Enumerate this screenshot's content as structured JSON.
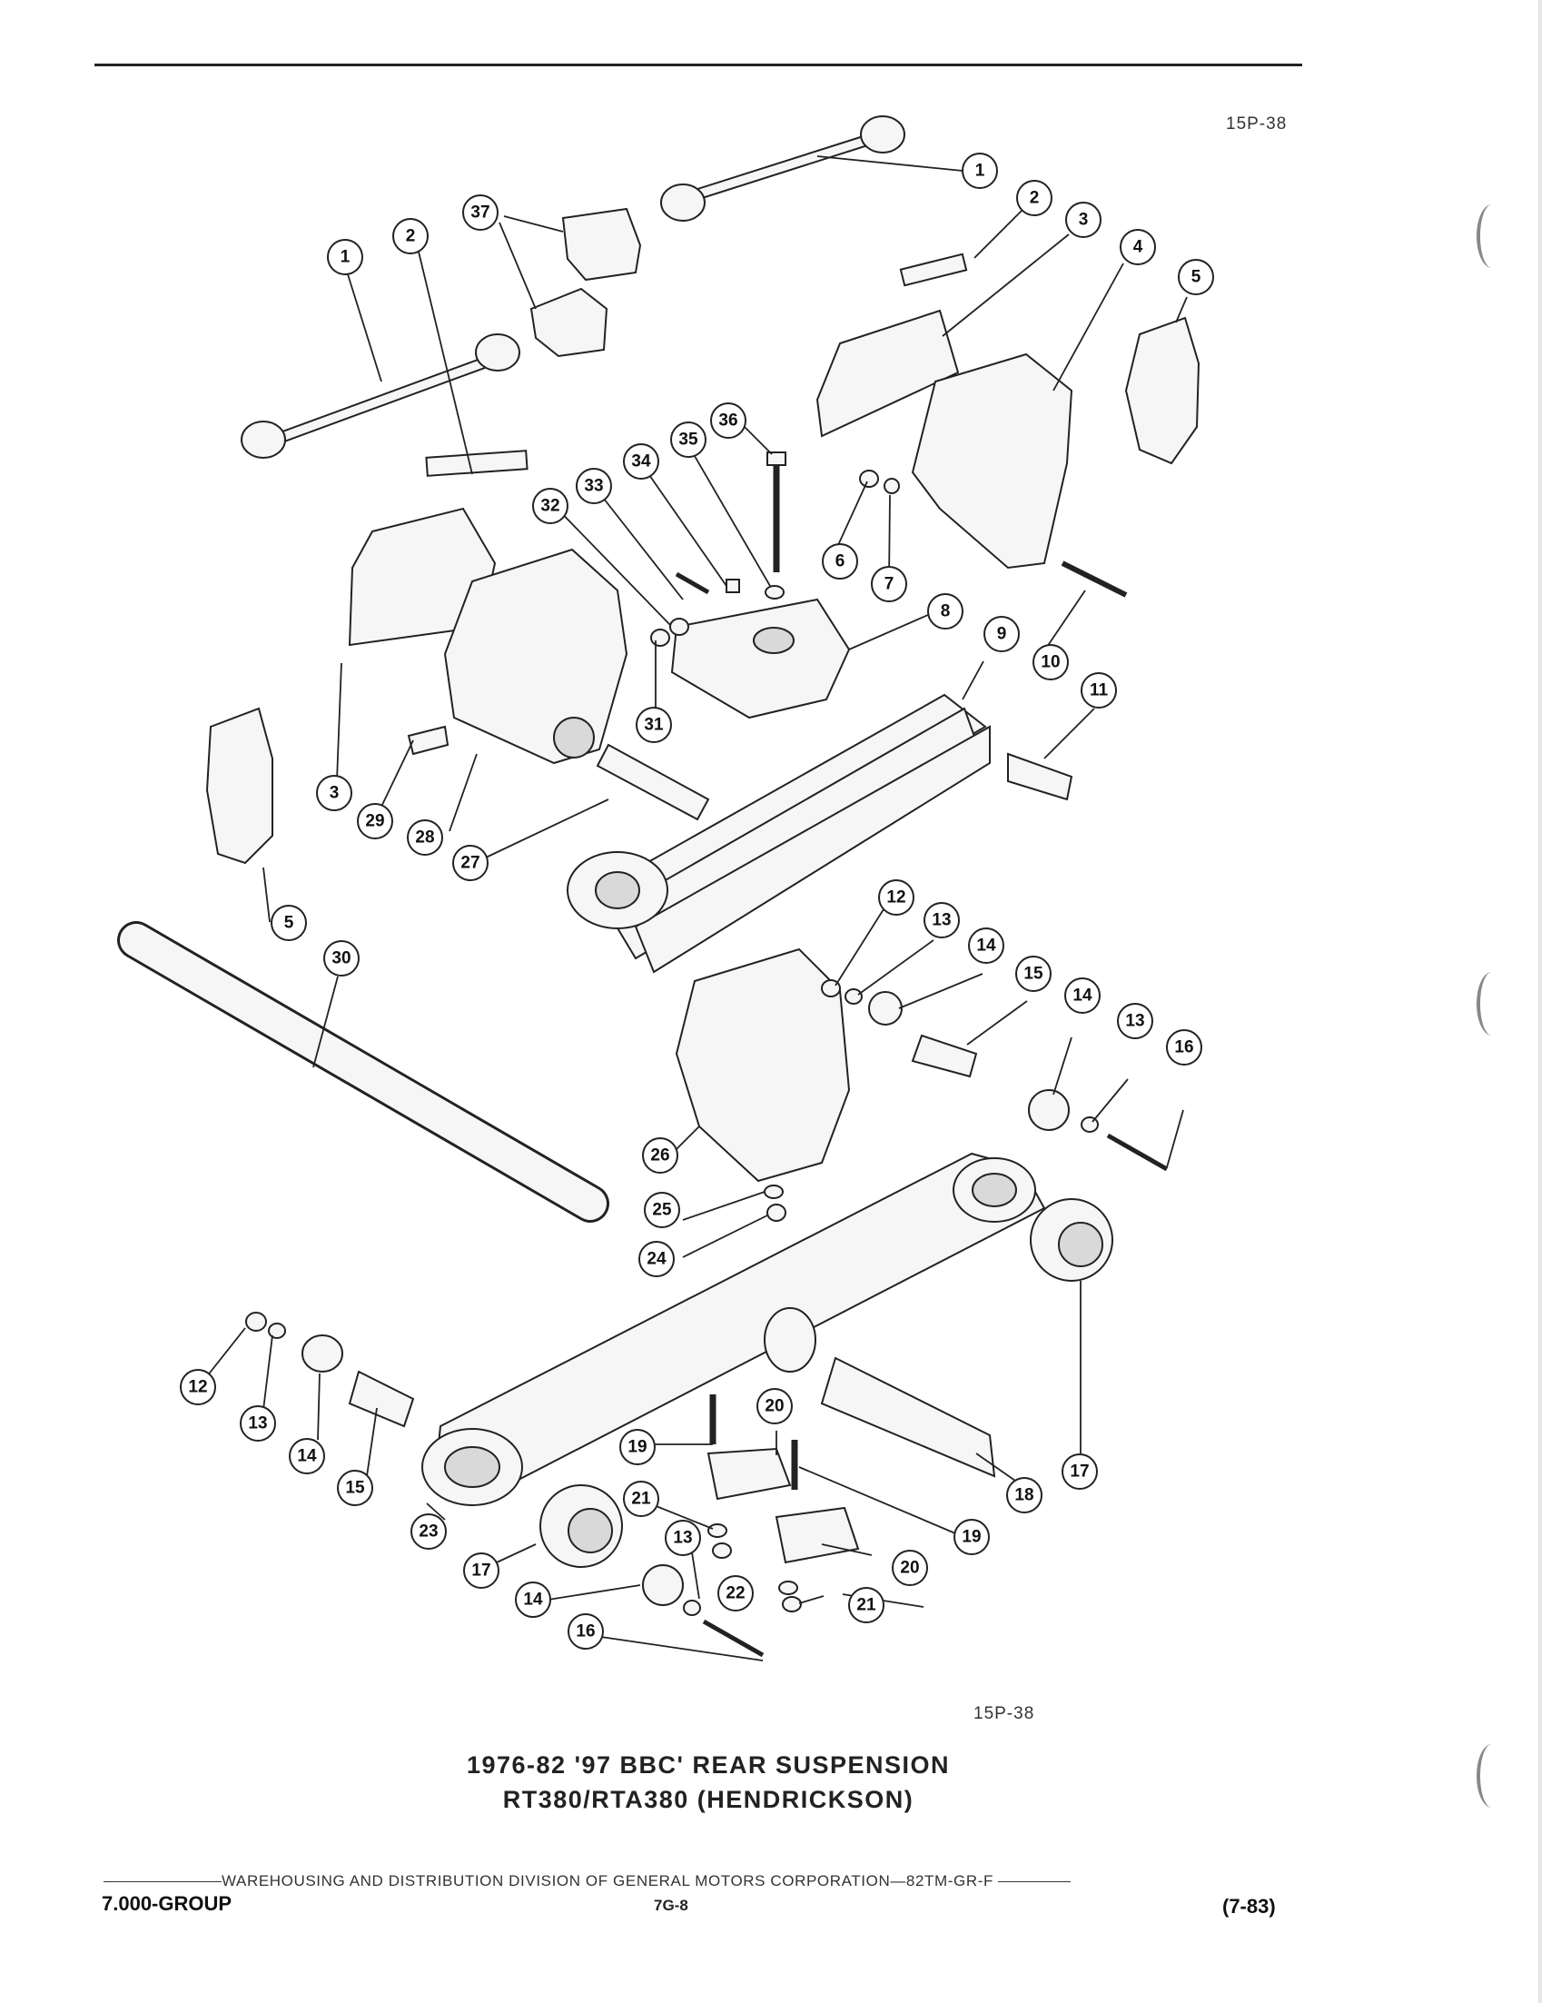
{
  "figure_id": "15P-38",
  "figure_id_bottom": "15P-38",
  "title_line1": "1976-82 '97 BBC' REAR SUSPENSION",
  "title_line2": "RT380/RTA380 (HENDRICKSON)",
  "footer_text": "WAREHOUSING AND DISTRIBUTION DIVISION OF GENERAL MOTORS CORPORATION—82TM-GR-F",
  "footer_left": "7.000-GROUP",
  "footer_center": "7G-8",
  "footer_right": "(7-83)",
  "callouts": [
    {
      "n": "1"
    },
    {
      "n": "1"
    },
    {
      "n": "2"
    },
    {
      "n": "2"
    },
    {
      "n": "3"
    },
    {
      "n": "3"
    },
    {
      "n": "4"
    },
    {
      "n": "5"
    },
    {
      "n": "5"
    },
    {
      "n": "6"
    },
    {
      "n": "7"
    },
    {
      "n": "8"
    },
    {
      "n": "9"
    },
    {
      "n": "10"
    },
    {
      "n": "11"
    },
    {
      "n": "12"
    },
    {
      "n": "12"
    },
    {
      "n": "13"
    },
    {
      "n": "13"
    },
    {
      "n": "13"
    },
    {
      "n": "13"
    },
    {
      "n": "14"
    },
    {
      "n": "14"
    },
    {
      "n": "14"
    },
    {
      "n": "14"
    },
    {
      "n": "15"
    },
    {
      "n": "15"
    },
    {
      "n": "16"
    },
    {
      "n": "16"
    },
    {
      "n": "17"
    },
    {
      "n": "17"
    },
    {
      "n": "18"
    },
    {
      "n": "19"
    },
    {
      "n": "19"
    },
    {
      "n": "20"
    },
    {
      "n": "20"
    },
    {
      "n": "21"
    },
    {
      "n": "21"
    },
    {
      "n": "22"
    },
    {
      "n": "23"
    },
    {
      "n": "24"
    },
    {
      "n": "25"
    },
    {
      "n": "26"
    },
    {
      "n": "27"
    },
    {
      "n": "28"
    },
    {
      "n": "29"
    },
    {
      "n": "30"
    },
    {
      "n": "31"
    },
    {
      "n": "32"
    },
    {
      "n": "33"
    },
    {
      "n": "34"
    },
    {
      "n": "35"
    },
    {
      "n": "36"
    },
    {
      "n": "37"
    }
  ]
}
